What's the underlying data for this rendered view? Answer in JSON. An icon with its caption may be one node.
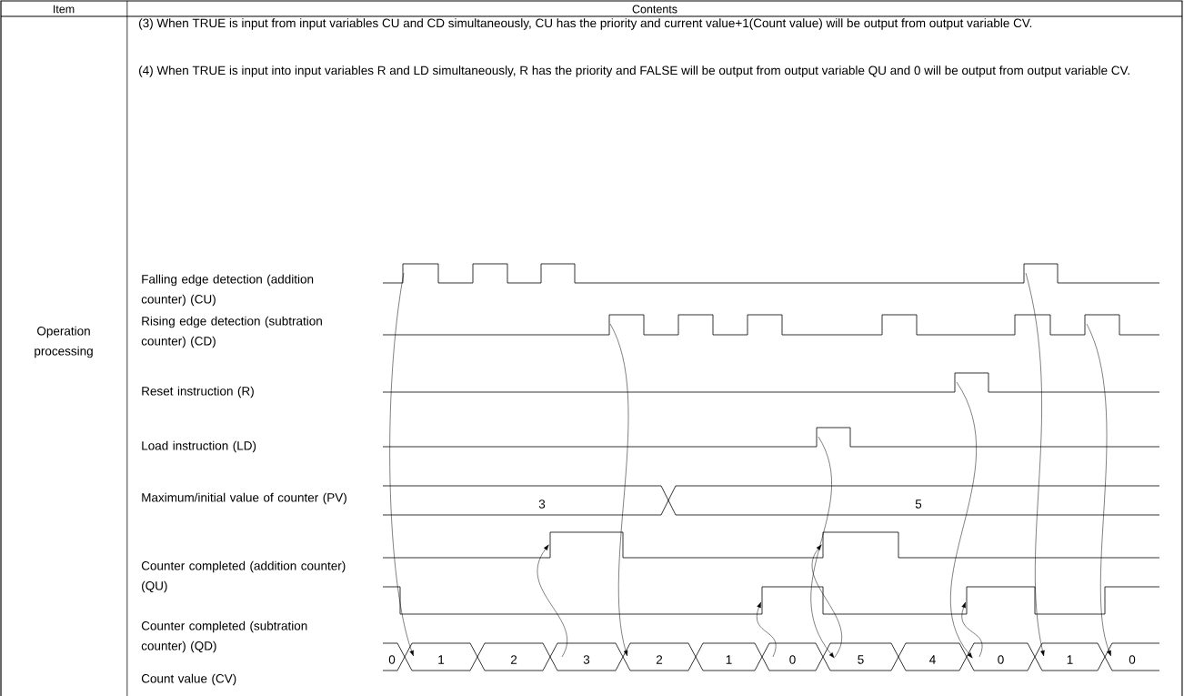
{
  "diagram": {
    "labels": [
      "Item",
      "Contents",
      "Operation processing",
      "(3) When TRUE is input from input variables CU and CD simultaneously, CU has the priority and current value+1(Count value) will be output from output variable CV.",
      "(4) When TRUE is input into input variables R and LD simultaneously, R has the priority and FALSE will be output from output variable QU and 0 will be output from output variable CV.",
      "Falling edge detection (addition counter) (CU)",
      "Rising edge detection (subtration counter) (CD)",
      "Reset instruction (R)",
      "Load instruction (LD)",
      "Maximum/initial value of counter (PV)",
      "3",
      "5",
      "Counter completed (addition counter) (QU)",
      "Counter completed (subtration counter) (QD)",
      "0",
      "1",
      "2",
      "3",
      "2",
      "1",
      "0",
      "5",
      "4",
      "0",
      "1",
      "0",
      "Count value (CV)"
    ]
  }
}
